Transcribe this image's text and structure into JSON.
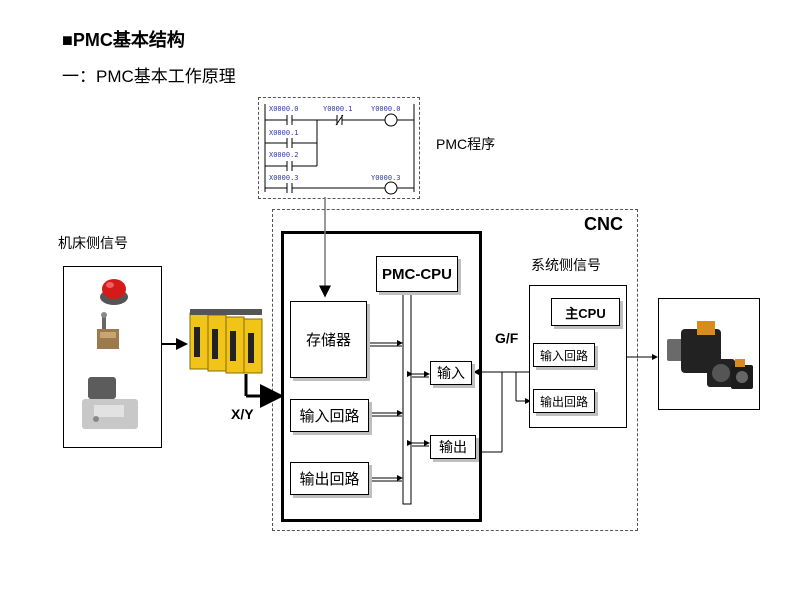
{
  "title": "■PMC基本结构",
  "subtitle": "一：PMC基本工作原理",
  "labels": {
    "pmc_program": "PMC程序",
    "cnc": "CNC",
    "machine_signal": "机床侧信号",
    "system_signal": "系统侧信号",
    "gf": "G/F",
    "xy": "X/Y"
  },
  "ladder": {
    "contacts": [
      "X0000.0",
      "Y0000.1",
      "X0000.1",
      "X0000.2",
      "X0000.3"
    ],
    "coils": [
      "Y0000.0",
      "Y0000.3"
    ]
  },
  "blocks": {
    "pmc_cpu": "PMC-CPU",
    "memory": "存储器",
    "input_circuit": "输入回路",
    "output_circuit": "输出回路",
    "input": "输入",
    "output": "输出",
    "main_cpu": "主CPU",
    "sys_input_circuit": "输入回路",
    "sys_output_circuit": "输出回路"
  },
  "colors": {
    "io_module": "#f0c419",
    "connector": "#000000"
  }
}
